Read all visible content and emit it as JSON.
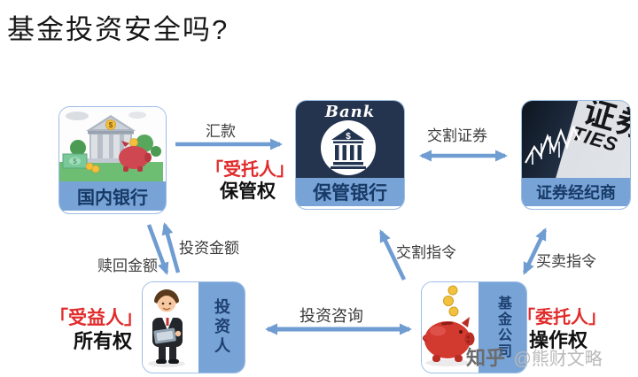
{
  "title": "基金投资安全吗?",
  "colors": {
    "arrow_blue": "#6f9cd1",
    "band_blue": "#78a3d6",
    "band_text_navy": "#173a66",
    "custodian_navy": "#24344e",
    "annotation_red": "#e12b2b",
    "annotation_black": "#101010",
    "watermark_gray": "#b9b9b9"
  },
  "icons": {
    "dollar": "$"
  },
  "nodes": {
    "domestic_bank": {
      "label": "国内银行"
    },
    "custodian_bank": {
      "label": "保管银行",
      "logo_text": "Bank"
    },
    "broker": {
      "label": "证券经纪商",
      "paper_cn": "证券",
      "paper_en": "TIES"
    },
    "investor": {
      "label": "投资人"
    },
    "fund_company": {
      "label": "基金公司"
    }
  },
  "edges": {
    "remittance": {
      "label": "汇款",
      "from": "国内银行",
      "to": "保管银行",
      "direction": "one-way"
    },
    "securities_settlement": {
      "label": "交割证券",
      "from": "保管银行",
      "to": "证券经纪商",
      "direction": "two-way"
    },
    "investment_amount": {
      "label": "投资金额",
      "from": "投资人",
      "to": "国内银行",
      "direction": "one-way"
    },
    "redemption_amount": {
      "label": "赎回金额",
      "from": "国内银行",
      "to": "投资人",
      "direction": "one-way"
    },
    "settlement_instruction": {
      "label": "交割指令",
      "from": "基金公司",
      "to": "保管银行",
      "direction": "one-way"
    },
    "trade_instruction": {
      "label": "买卖指令",
      "from": "证券经纪商",
      "to": "基金公司",
      "direction": "two-way"
    },
    "investment_consulting": {
      "label": "投资咨询",
      "from": "投资人",
      "to": "基金公司",
      "direction": "two-way"
    }
  },
  "annotations": {
    "trustee": {
      "role": "「受托人」",
      "right": "保管权"
    },
    "beneficiary": {
      "role": "「受益人」",
      "right": "所有权"
    },
    "principal": {
      "role": "「委托人」",
      "right": "操作权"
    }
  },
  "watermark": {
    "brand": "知乎",
    "handle": "@熊财文略"
  }
}
